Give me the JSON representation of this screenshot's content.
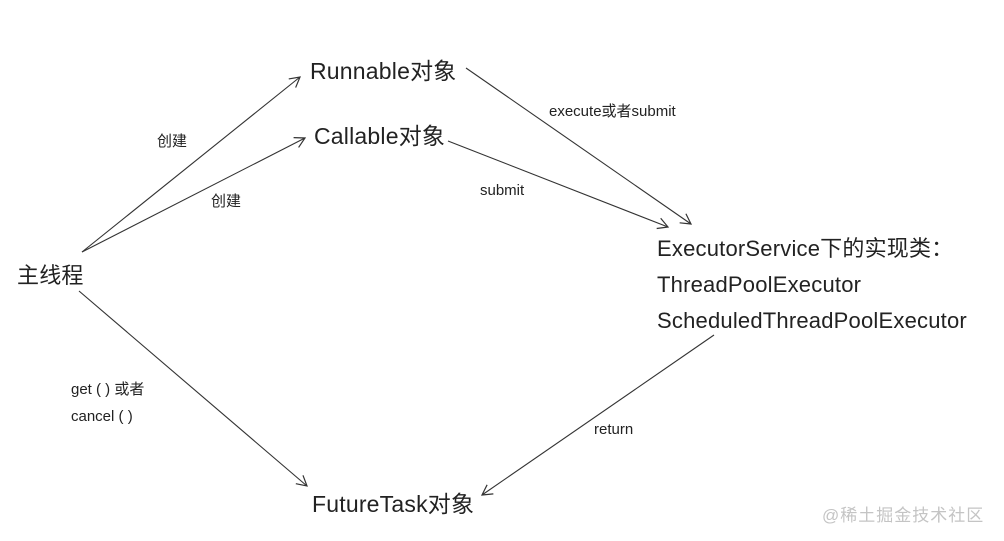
{
  "diagram": {
    "nodes": {
      "main_thread": "主线程",
      "runnable": "Runnable对象",
      "callable": "Callable对象",
      "executor_line1": "ExecutorService下的实现类：",
      "executor_line2": "ThreadPoolExecutor",
      "executor_line3": "ScheduledThreadPoolExecutor",
      "future_task": "FutureTask对象"
    },
    "edge_labels": {
      "create_runnable": "创建",
      "create_callable": "创建",
      "execute_or_submit": "execute或者submit",
      "submit": "submit",
      "get_line": "get ( ) 或者",
      "cancel_line": "cancel ( )",
      "return_label": "return"
    },
    "edges": [
      {
        "from": "main_thread",
        "to": "runnable",
        "label": "创建"
      },
      {
        "from": "main_thread",
        "to": "callable",
        "label": "创建"
      },
      {
        "from": "main_thread",
        "to": "future_task",
        "label": "get ( ) 或者 cancel ( )"
      },
      {
        "from": "runnable",
        "to": "executor",
        "label": "execute或者submit"
      },
      {
        "from": "callable",
        "to": "executor",
        "label": "submit"
      },
      {
        "from": "executor",
        "to": "future_task",
        "label": "return"
      }
    ],
    "watermark": "@稀土掘金技术社区",
    "colors": {
      "text": "#222222",
      "line": "#333333",
      "watermark": "#c4c4c4",
      "background": "#ffffff"
    }
  }
}
